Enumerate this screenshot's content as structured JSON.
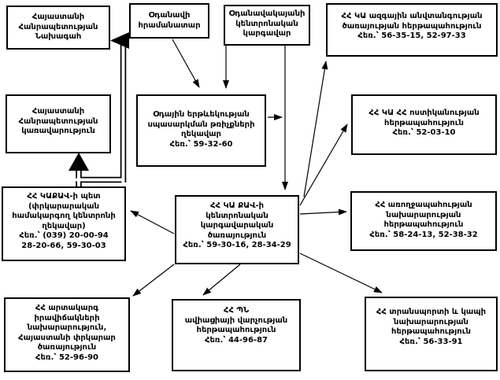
{
  "diagram": {
    "title": "Civil aviation emergency notification scheme (Republic of Armenia)",
    "nodes": {
      "president": {
        "text": "Հայաստանի\nՀանրապետության\nՆախագահ"
      },
      "commander": {
        "text": "Օդանավի\nհրամանատար"
      },
      "airport_dispatcher": {
        "text": "Օդանավակայանի\nկենտրոնական\nկարգավար"
      },
      "nss": {
        "text": "ՀՀ ԿԱ ազգային անվտանգության\nծառայության հերթապահություն\nՀեռ.՝ 56-35-15, 52-97-33",
        "phones": "56-35-15, 52-97-33"
      },
      "government": {
        "text": "Հայաստանի\nՀանրապետության\nկառավարություն"
      },
      "atc": {
        "text": "Օդային երթևեկության\nսպասարկման թռիչքների\nղեկավար\nՀեռ.՝ 59-32-60",
        "phones": "59-32-60"
      },
      "police": {
        "text": "ՀՀ ԿԱ ՀՀ ոստիկանության\nհերթապահություն\nՀեռ.՝ 52-03-10",
        "phones": "52-03-10"
      },
      "caa_chief": {
        "text": "ՀՀ ԿԱՔԱՎ-ի պետ\n(փրկարարական\nհամակարգող կենտրոնի\nղեկավար)\nՀեռ.՝ (039) 20-00-94\n28-20-66, 59-30-03",
        "phones": "(039) 20-00-94, 28-20-66, 59-30-03"
      },
      "central_dispatch": {
        "text": "ՀՀ ԿԱ ՔԱՎ-ի\nկենտրոնական\nկարգավարական\nծառայություն\nՀեռ.՝ 59-30-16, 28-34-29",
        "phones": "59-30-16, 28-34-29"
      },
      "health": {
        "text": "ՀՀ առողջապահության\nնախարարության\nհերթապահություն\nՀեռ.՝ 58-24-13, 52-38-32",
        "phones": "58-24-13, 52-38-32"
      },
      "emergency": {
        "text": "ՀՀ արտակարգ\nիրավիճակների\nնախարարություն,\nՀայաստանի փրկարար\nծառայություն\nՀեռ.՝ 52-96-90",
        "phones": "52-96-90"
      },
      "defense": {
        "text": "ՀՀ ՊՆ\nավիացիայի վարչության\nհերթապահություն\nՀեռ.՝ 44-96-87",
        "phones": "44-96-87"
      },
      "transport": {
        "text": "ՀՀ տրանսպորտի և կապի\nնախարարության\nհերթապահություն\nՀեռ.՝ 56-33-91",
        "phones": "56-33-91"
      }
    },
    "edges": [
      {
        "from": "commander",
        "to": "atc",
        "style": "thin"
      },
      {
        "from": "airport_dispatcher",
        "to": "atc",
        "style": "thin"
      },
      {
        "from": "airport_dispatcher",
        "to": "central_dispatch",
        "style": "thin"
      },
      {
        "from": "atc",
        "to": "central_dispatch",
        "style": "thin"
      },
      {
        "from": "central_dispatch",
        "to": "caa_chief",
        "style": "thin"
      },
      {
        "from": "central_dispatch",
        "to": "nss",
        "style": "thin"
      },
      {
        "from": "central_dispatch",
        "to": "police",
        "style": "thin"
      },
      {
        "from": "central_dispatch",
        "to": "health",
        "style": "thin"
      },
      {
        "from": "central_dispatch",
        "to": "transport",
        "style": "thin"
      },
      {
        "from": "central_dispatch",
        "to": "defense",
        "style": "thin"
      },
      {
        "from": "central_dispatch",
        "to": "emergency",
        "style": "thin"
      },
      {
        "from": "caa_chief",
        "to": "government",
        "style": "double"
      },
      {
        "from": "caa_chief",
        "to": "president",
        "style": "double"
      }
    ],
    "colors": {
      "line": "#000000",
      "background": "#ffffff"
    }
  }
}
